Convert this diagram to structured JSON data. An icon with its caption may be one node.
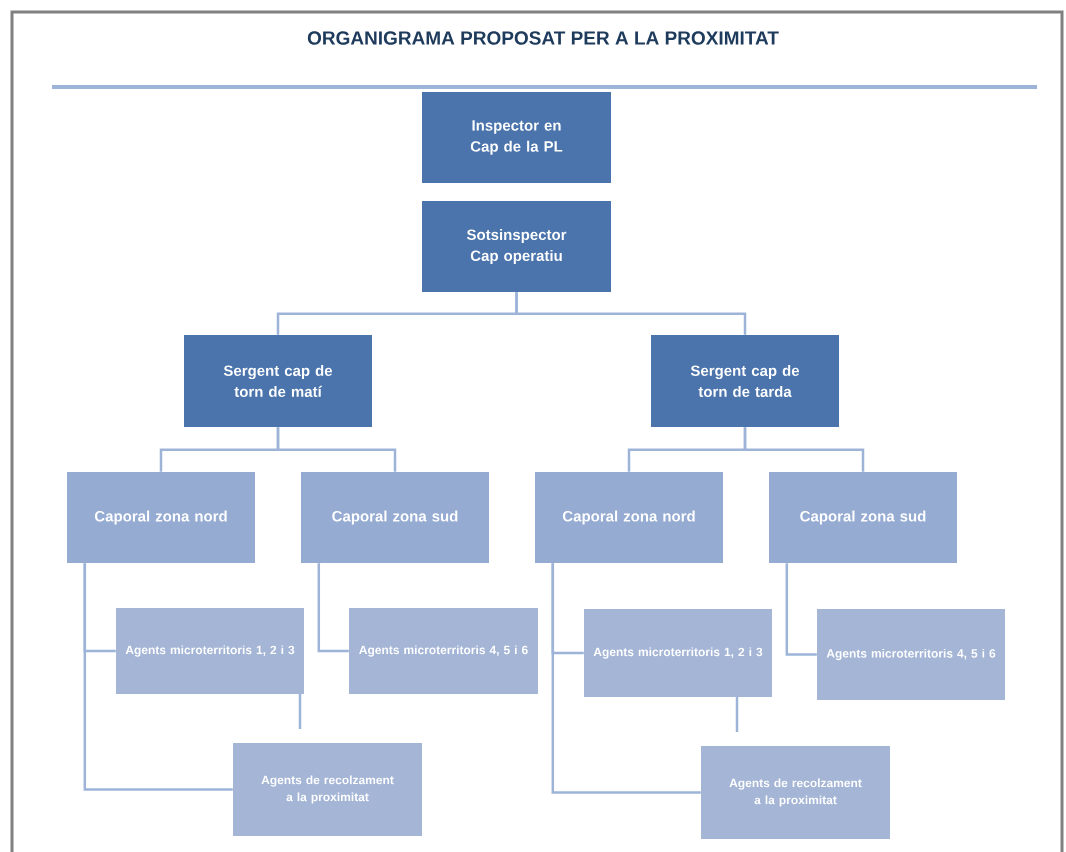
{
  "diagram": {
    "title": "ORGANIGRAMA PROPOSAT PER A LA PROXIMITAT",
    "nodes": [
      {
        "text": [
          "Inspector en Cap de la PL"
        ]
      },
      {
        "text": [
          "Sotsinspector Cap operatiu"
        ]
      },
      {
        "text": [
          "Sergent cap de torn de matí"
        ]
      },
      {
        "text": [
          "Sergent cap de torn de tarda"
        ]
      },
      {
        "text": [
          "Caporal zona nord"
        ]
      },
      {
        "text": [
          "Caporal zona sud"
        ]
      },
      {
        "text": [
          "Caporal zona nord"
        ]
      },
      {
        "text": [
          "Caporal zona sud"
        ]
      },
      {
        "text": [
          "Agents microterritoris 1, 2 i 3"
        ]
      },
      {
        "text": [
          "Agents microterritoris 4, 5 i 6"
        ]
      },
      {
        "text": [
          "Agents microterritoris 1, 2 i 3"
        ]
      },
      {
        "text": [
          "Agents microterritoris 4, 5 i 6"
        ]
      },
      {
        "text": [
          "Agents de recolzament a la proximitat"
        ]
      },
      {
        "text": [
          "Agents de recolzament a la proximitat"
        ]
      }
    ],
    "edges": [
      {
        "from": 1,
        "to": 2,
        "arrow": "none"
      },
      {
        "from": 1,
        "to": 3,
        "arrow": "none"
      },
      {
        "from": 2,
        "to": 4,
        "arrow": "none"
      },
      {
        "from": 2,
        "to": 5,
        "arrow": "none"
      },
      {
        "from": 3,
        "to": 6,
        "arrow": "none"
      },
      {
        "from": 3,
        "to": 7,
        "arrow": "none"
      },
      {
        "from": 4,
        "to": 8,
        "arrow": "none"
      },
      {
        "from": 4,
        "to": 12,
        "arrow": "none"
      },
      {
        "from": 5,
        "to": 9,
        "arrow": "none"
      },
      {
        "from": 6,
        "to": 10,
        "arrow": "none"
      },
      {
        "from": 6,
        "to": 13,
        "arrow": "none"
      },
      {
        "from": 7,
        "to": 11,
        "arrow": "none"
      }
    ]
  }
}
